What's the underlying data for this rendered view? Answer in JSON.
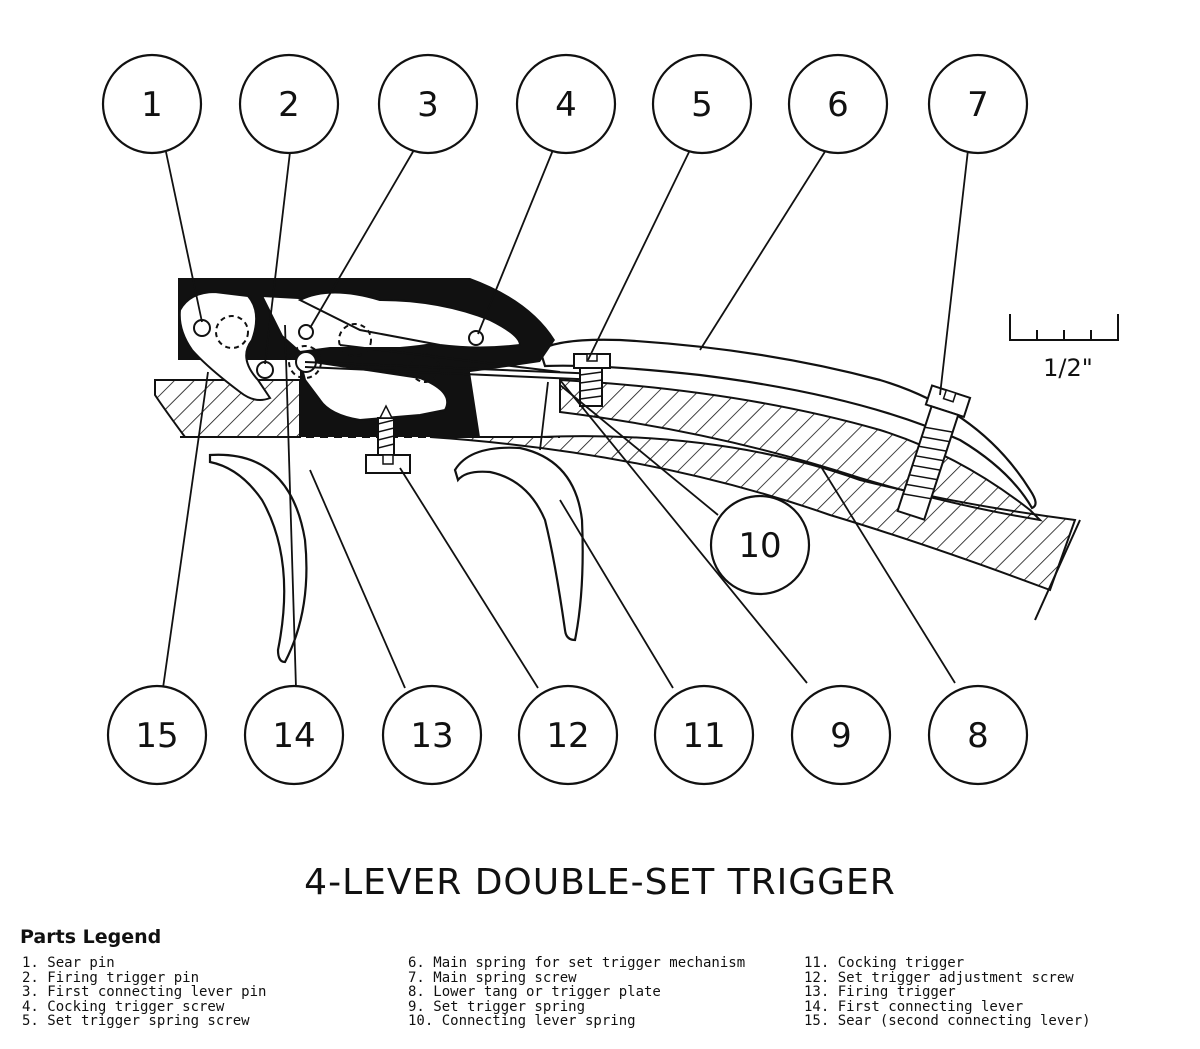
{
  "title": "4-LEVER DOUBLE-SET TRIGGER",
  "scale_label": "1/2\"",
  "callouts": [
    "1",
    "2",
    "3",
    "4",
    "5",
    "6",
    "7",
    "8",
    "9",
    "10",
    "11",
    "12",
    "13",
    "14",
    "15"
  ],
  "legend": {
    "heading": "Parts Legend",
    "items": [
      "1. Sear pin",
      "2. Firing trigger pin",
      "3. First connecting lever pin",
      "4. Cocking trigger screw",
      "5. Set trigger spring screw",
      "6. Main spring for set trigger mechanism",
      "7. Main spring screw",
      "8. Lower tang or trigger plate",
      "9. Set trigger spring",
      "10. Connecting lever spring",
      "11. Cocking trigger",
      "12. Set trigger adjustment screw",
      "13. Firing trigger",
      "14. First connecting lever",
      "15. Sear (second connecting lever)"
    ]
  }
}
